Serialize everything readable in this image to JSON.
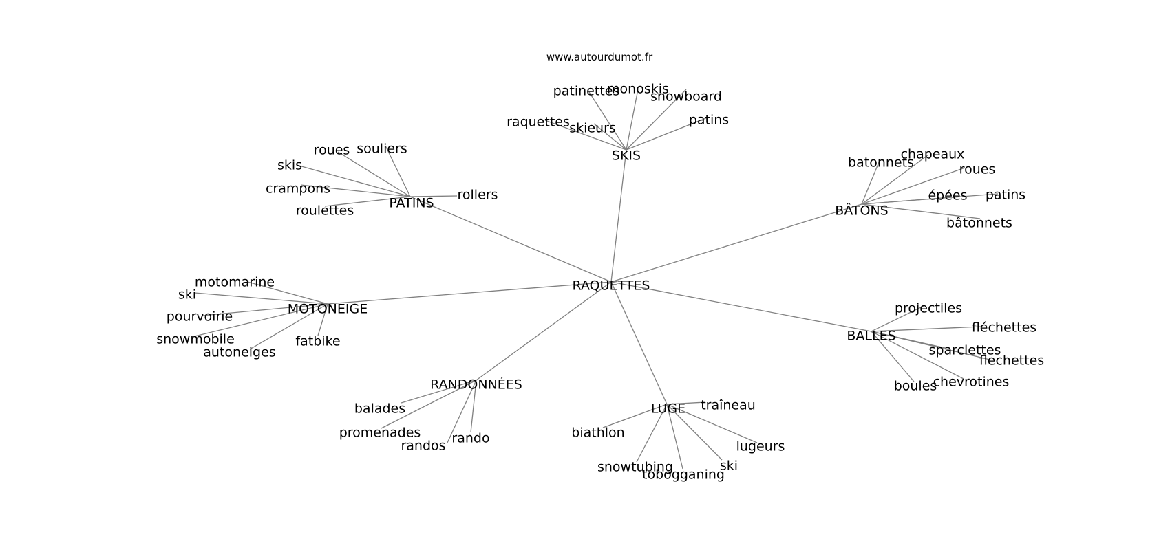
{
  "header": {
    "site": "www.autourdumot.fr"
  },
  "graph": {
    "root": "RAQUETTES",
    "groups": [
      {
        "hub": "SKIS",
        "leaves": [
          "patinettes",
          "monoskis",
          "snowboard",
          "patins",
          "raquettes",
          "skieurs"
        ]
      },
      {
        "hub": "PATINS",
        "leaves": [
          "roues",
          "souliers",
          "skis",
          "crampons",
          "roulettes",
          "rollers"
        ]
      },
      {
        "hub": "BÂTONS",
        "leaves": [
          "batonnets",
          "chapeaux",
          "roues",
          "épées",
          "patins",
          "bâtonnets"
        ]
      },
      {
        "hub": "MOTONEIGE",
        "leaves": [
          "motomarine",
          "ski",
          "pourvoirie",
          "snowmobile",
          "autoneiges",
          "fatbike"
        ]
      },
      {
        "hub": "BALLES",
        "leaves": [
          "projectiles",
          "fléchettes",
          "sparclettes",
          "flechettes",
          "chevrotines",
          "boules"
        ]
      },
      {
        "hub": "RANDONNÉES",
        "leaves": [
          "balades",
          "promenades",
          "randos",
          "rando"
        ]
      },
      {
        "hub": "LUGE",
        "leaves": [
          "traîneau",
          "biathlon",
          "lugeurs",
          "ski",
          "snowtubing",
          "tobogganing"
        ]
      }
    ]
  }
}
